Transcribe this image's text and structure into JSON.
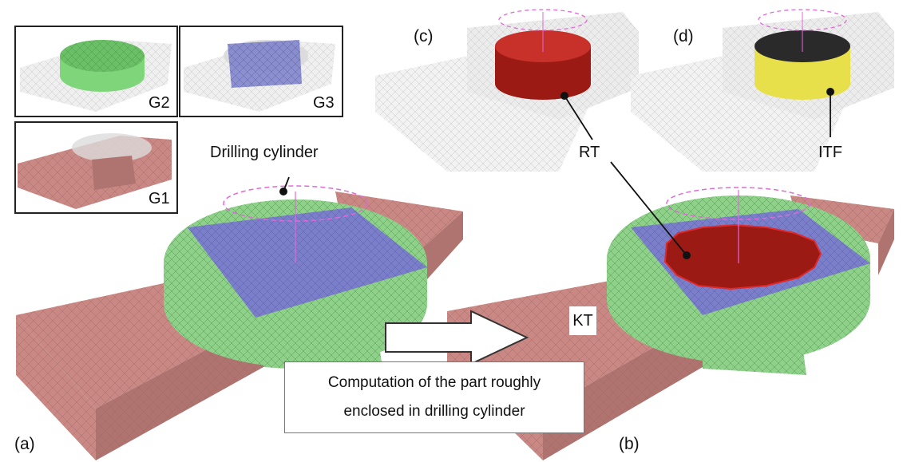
{
  "labels": {
    "panel_a": "(a)",
    "panel_b": "(b)",
    "panel_c": "(c)",
    "panel_d": "(d)",
    "drilling_cylinder": "Drilling cylinder",
    "rt": "RT",
    "itf": "ITF",
    "kt": "KT",
    "g1": "G1",
    "g2": "G2",
    "g3": "G3"
  },
  "caption": {
    "line1": "Computation of the part roughly",
    "line2": "enclosed in drilling cylinder"
  },
  "colors": {
    "block_red": "#c98883",
    "block_red_dark": "#a86a66",
    "green": "#8fd08a",
    "green_dark": "#5faa5c",
    "blue": "#7b7fc9",
    "rt_red": "#9b1a14",
    "itf_yellow": "#e8e04a",
    "mesh_grey": "#d9d9d9",
    "dashed_magenta": "#e06ad8"
  }
}
